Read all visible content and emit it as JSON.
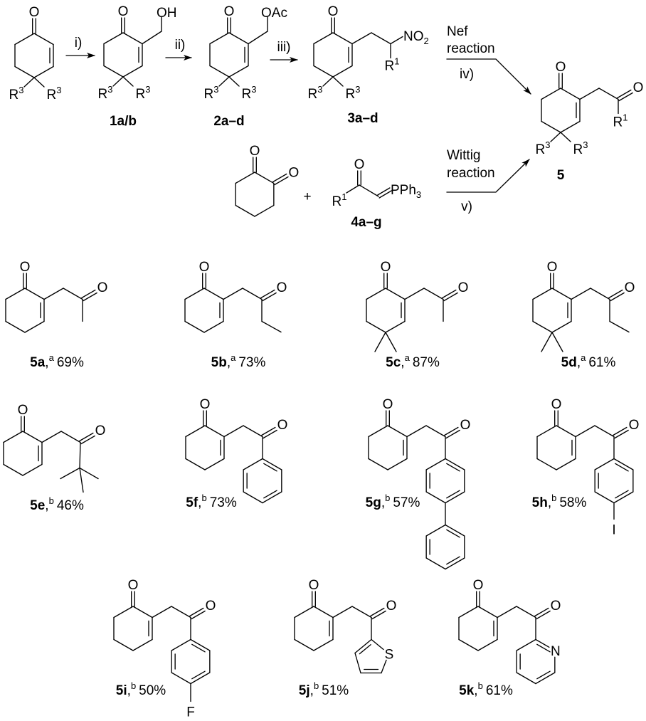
{
  "labels": {
    "oxygen": "O",
    "hydroxyl": "OH",
    "acetoxy": "OAc",
    "nitro": [
      "NO",
      "2"
    ],
    "r1": [
      "R",
      "1"
    ],
    "r3": [
      "R",
      "3"
    ],
    "ylide": [
      "PPh",
      "3"
    ],
    "sulfur": "S",
    "nitrogen": "N",
    "fluorine": "F",
    "iodine": "I",
    "plus": "+"
  },
  "compounds": {
    "c1": "1a/b",
    "c2": "2a–d",
    "c3": "3a–d",
    "c4": "4a–g",
    "c5": "5"
  },
  "conditions": {
    "i": "i)",
    "ii": "ii)",
    "iii": "iii)",
    "iv": "iv)",
    "v": "v)",
    "nef": [
      "Nef",
      "reaction"
    ],
    "wittig": [
      "Wittig",
      "reaction"
    ]
  },
  "products": [
    {
      "id": "5a",
      "sep": ",",
      "note": "a",
      "yield": "69%"
    },
    {
      "id": "5b",
      "sep": ",",
      "note": "a",
      "yield": "73%"
    },
    {
      "id": "5c",
      "sep": ",",
      "note": "a",
      "yield": "87%"
    },
    {
      "id": "5d",
      "sep": ",",
      "note": "a",
      "yield": "61%"
    },
    {
      "id": "5e",
      "sep": ",",
      "note": "b",
      "yield": "46%"
    },
    {
      "id": "5f",
      "sep": ",",
      "note": "b",
      "yield": "73%"
    },
    {
      "id": "5g",
      "sep": ",",
      "note": "b",
      "yield": "57%"
    },
    {
      "id": "5h",
      "sep": ",",
      "note": "b",
      "yield": "58%"
    },
    {
      "id": "5i",
      "sep": ",",
      "note": "b",
      "yield": "50%"
    },
    {
      "id": "5j",
      "sep": ",",
      "note": "b",
      "yield": "51%"
    },
    {
      "id": "5k",
      "sep": ",",
      "note": "b",
      "yield": "61%"
    }
  ]
}
